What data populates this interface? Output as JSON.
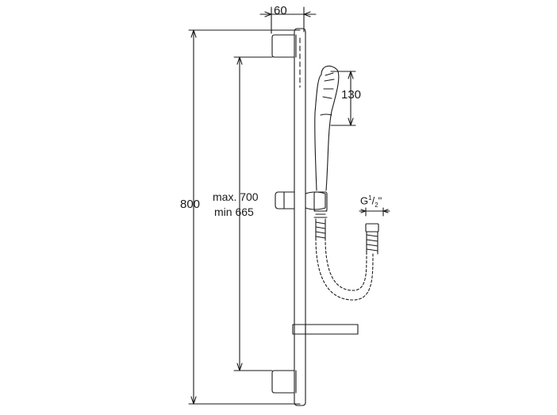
{
  "dimensions": {
    "bracket_width": "60",
    "handshower_head": "130",
    "total_height": "800",
    "max_distance": "max. 700",
    "min_distance": "min 665"
  },
  "hose_connection": {
    "prefix": "G",
    "numerator": "1",
    "denominator": "2",
    "suffix": "\""
  },
  "colors": {
    "line": "#1a1a1a",
    "background": "#ffffff"
  }
}
